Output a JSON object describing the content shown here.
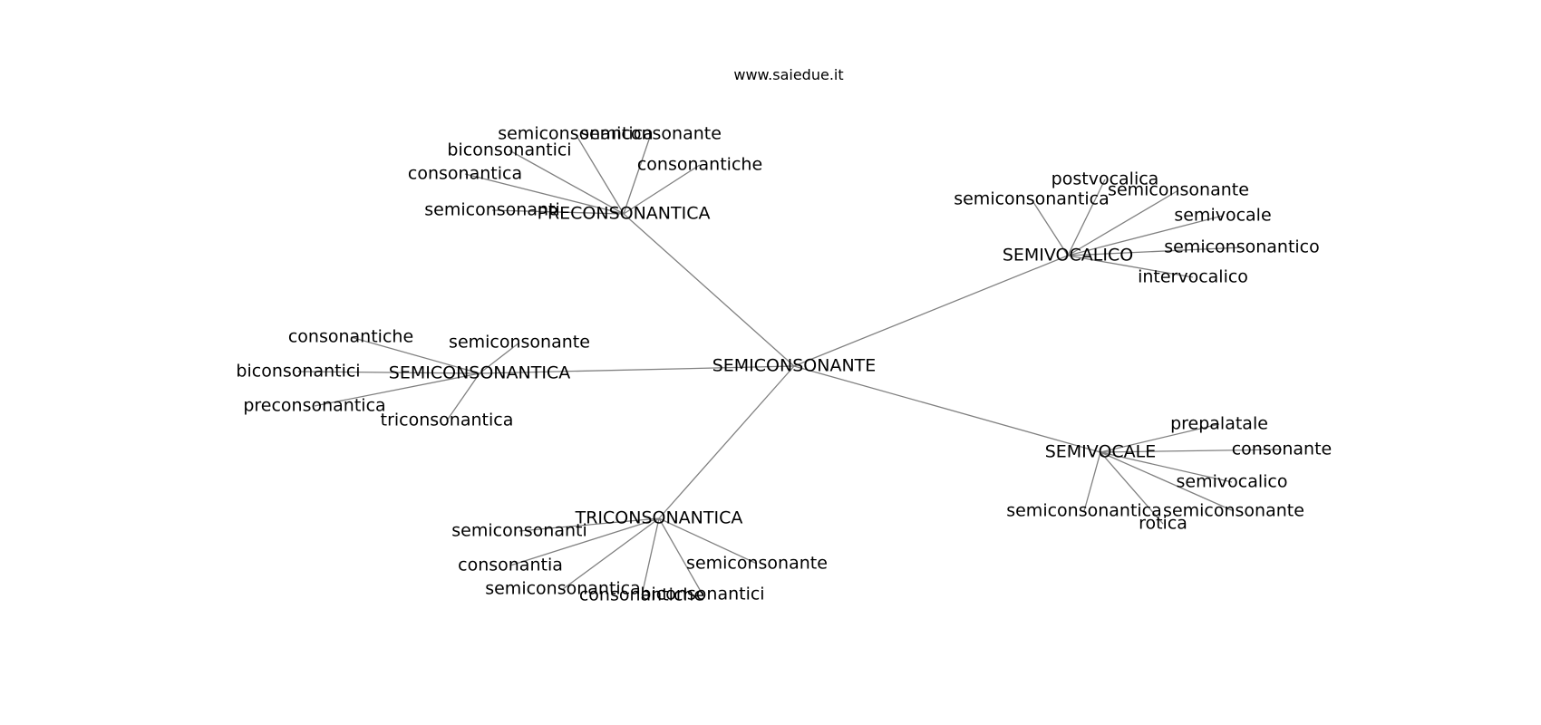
{
  "header": "www.saiedue.it",
  "colors": {
    "edge": "#808080",
    "text": "#000000",
    "background": "#ffffff"
  },
  "center": "SEMICONSONANTE",
  "clusters": [
    {
      "hub": "PRECONSONANTICA",
      "leaves": [
        "semiconsonantica",
        "semiconsonante",
        "biconsonantici",
        "consonantiche",
        "consonantica",
        "semiconsonanti"
      ]
    },
    {
      "hub": "SEMIVOCALICO",
      "leaves": [
        "postvocalica",
        "semiconsonante",
        "semiconsonantica",
        "semivocale",
        "semiconsonantico",
        "intervocalico"
      ]
    },
    {
      "hub": "SEMICONSONANTICA",
      "leaves": [
        "consonantiche",
        "semiconsonante",
        "biconsonantici",
        "preconsonantica",
        "triconsonantica"
      ]
    },
    {
      "hub": "SEMIVOCALE",
      "leaves": [
        "prepalatale",
        "consonante",
        "semivocalico",
        "semiconsonantica",
        "semiconsonante",
        "rotica"
      ]
    },
    {
      "hub": "TRICONSONANTICA",
      "leaves": [
        "semiconsonanti",
        "consonantia",
        "semiconsonante",
        "semiconsonantica",
        "consonantiche",
        "biconsonantici"
      ]
    }
  ]
}
